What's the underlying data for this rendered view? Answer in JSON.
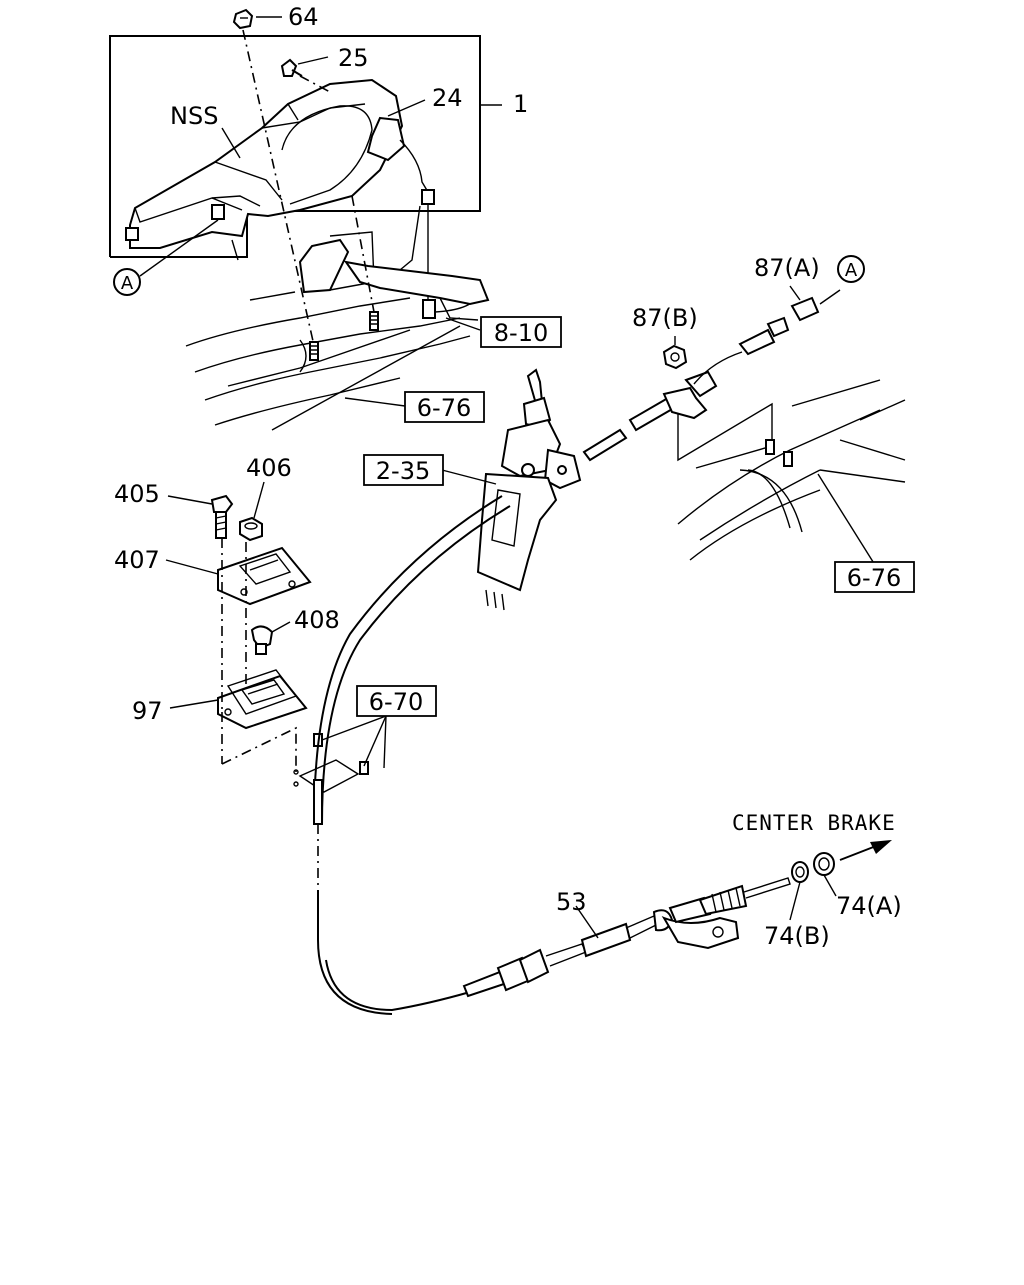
{
  "callouts": {
    "c64": "64",
    "c25": "25",
    "c24": "24",
    "c1": "1",
    "nss": "NSS",
    "circle_a_left": "A",
    "circle_a_right": "A",
    "c87a": "87(A)",
    "c87b": "87(B)",
    "c406": "406",
    "c405": "405",
    "c407": "407",
    "c408": "408",
    "c97": "97",
    "c53": "53",
    "c74b": "74(B)",
    "c74a": "74(A)"
  },
  "references": {
    "r810": "8-10",
    "r676_upper": "6-76",
    "r235": "2-35",
    "r676_right": "6-76",
    "r670": "6-70"
  },
  "direction_label": "CENTER BRAKE"
}
